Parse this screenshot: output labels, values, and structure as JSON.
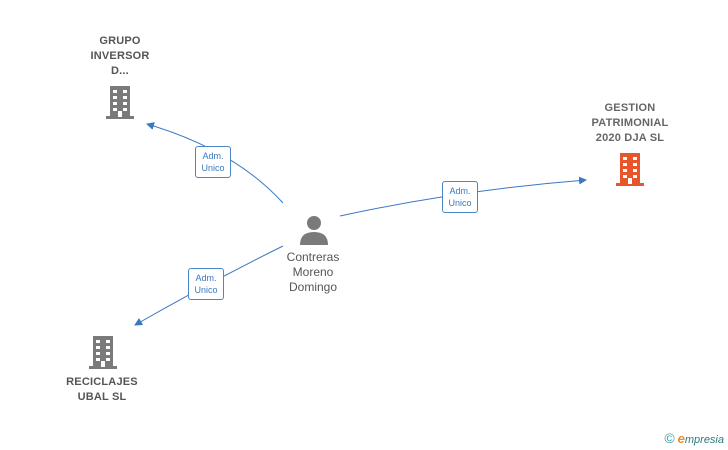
{
  "nodes": {
    "grupo": {
      "label": "GRUPO\nINVERSOR\nD..."
    },
    "gestion": {
      "label": "GESTION\nPATRIMONIAL\n2020 DJA  SL"
    },
    "reciclajes": {
      "label": "RECICLAJES\nUBAL  SL"
    },
    "person": {
      "label": "Contreras\nMoreno\nDomingo"
    }
  },
  "edges": {
    "to_grupo": {
      "label": "Adm.\nUnico"
    },
    "to_gestion": {
      "label": "Adm.\nUnico"
    },
    "to_reciclajes": {
      "label": "Adm.\nUnico"
    }
  },
  "colors": {
    "edge": "#3a78c0",
    "company_gray": "#7a7a7a",
    "company_highlight": "#e8552a",
    "person": "#7a7a7a"
  },
  "icons": {
    "company": "building-icon",
    "person": "person-icon"
  },
  "brand": {
    "copyright": "©",
    "initial": "e",
    "rest": "mpresia"
  }
}
